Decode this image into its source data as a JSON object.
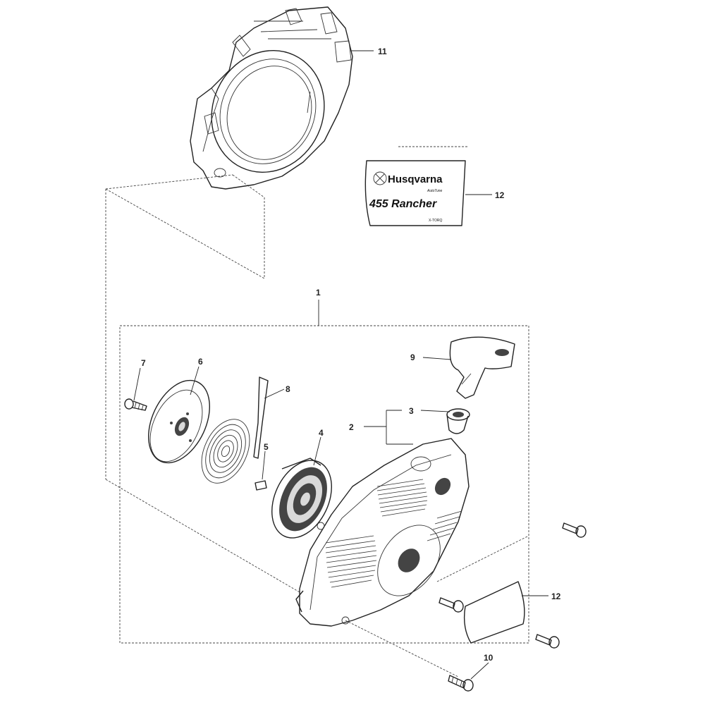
{
  "callouts": {
    "c1": "1",
    "c2": "2",
    "c3": "3",
    "c4": "4",
    "c5": "5",
    "c6": "6",
    "c7": "7",
    "c8": "8",
    "c9": "9",
    "c10": "10",
    "c11": "11",
    "c12_decal": "12",
    "c12_filter": "12"
  },
  "decal": {
    "brand": "Husqvarna",
    "subtitle": "AutoTune",
    "model": "455 Rancher",
    "code": "X-TORQ"
  }
}
